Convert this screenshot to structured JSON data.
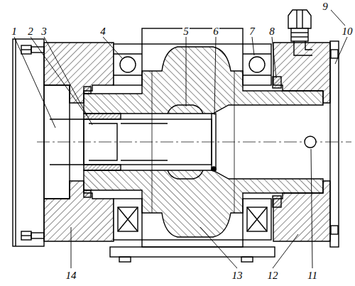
{
  "diagram": {
    "labels": [
      "1",
      "2",
      "3",
      "4",
      "5",
      "6",
      "7",
      "8",
      "9",
      "10",
      "14",
      "13",
      "12",
      "11"
    ]
  }
}
